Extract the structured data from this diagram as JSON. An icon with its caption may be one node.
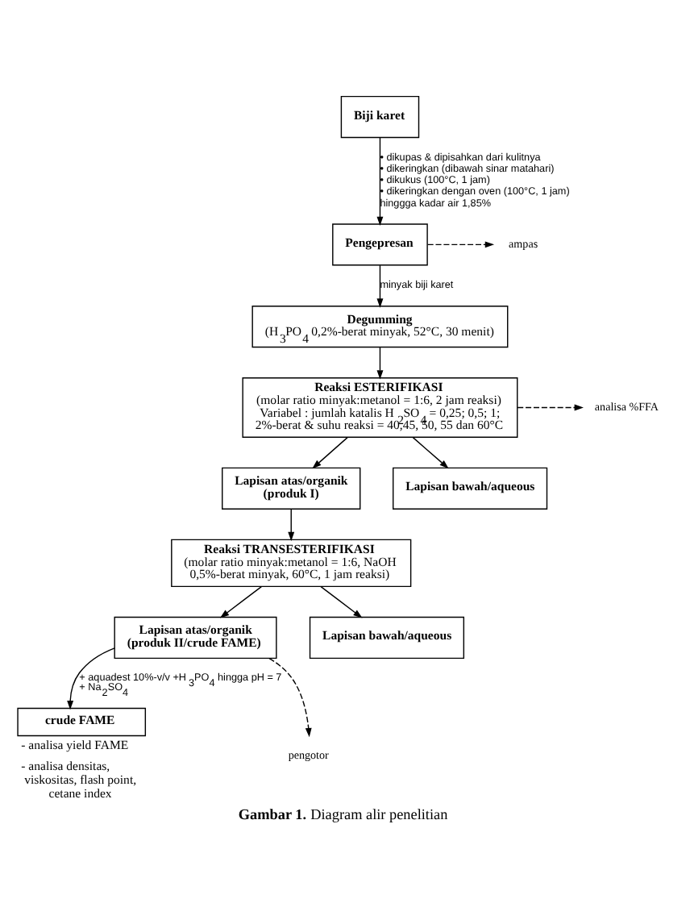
{
  "diagram": {
    "caption": "**Gambar 1.** Diagram alir penelitian",
    "nodes": [
      {
        "text": [
          "Biji karet"
        ]
      },
      {
        "text": [
          "Pengepresan"
        ]
      },
      {
        "text": [
          "ampas"
        ]
      },
      {
        "text": [
          "Degumming",
          "(H$_{3}$PO$_{4}$ 0,2%-berat minyak, 52°C, 30 menit)"
        ]
      },
      {
        "text": [
          "Reaksi ESTERIFIKASI",
          "(molar ratio minyak:metanol = 1:6, 2 jam reaksi) Variabel : jumlah katalis H$_{2}$SO$_{4}$ = 0,25; 0,5; 1; 2%-berat & suhu reaksi = 40,45, 50, 55 dan 60°C"
        ]
      },
      {
        "text": [
          "analisa %FFA"
        ]
      },
      {
        "text": [
          "Lapisan atas/organik (produk I)"
        ]
      },
      {
        "text": [
          "Lapisan bawah/aqueous"
        ]
      },
      {
        "text": [
          "Reaksi TRANSESTERIFIKASI",
          "(molar ratio minyak:metanol = 1:6, NaOH 0,5%-berat minyak, 60°C, 1 jam reaksi)"
        ]
      },
      {
        "text": [
          "Lapisan atas/organik (produk II/crude FAME)"
        ]
      },
      {
        "text": [
          "Lapisan bawah/aqueous"
        ]
      },
      {
        "text": [
          "crude FAME"
        ],
        "beside": [
          "- analisa yield FAME",
          "- analisa densitas, viskositas, flash point, cetane index"
        ]
      },
      {
        "text": [
          "pengotor"
        ]
      }
    ],
    "edges": [
      {
        "from": 0,
        "to": 1,
        "arrow": "to",
        "label": "• dikupas & dipisahkan dari kulitnya • dikeringkan (dibawah sinar matahari) • dikukus (100°C, 1 jam) • dikeringkan dengan oven (100°C, 1 jam) hinggga kadar air 1,85%"
      },
      {
        "from": 1,
        "to": 2,
        "arrow": "to",
        "style": "dashed"
      },
      {
        "from": 1,
        "to": 3,
        "arrow": "to",
        "label": "minyak biji karet"
      },
      {
        "from": 3,
        "to": 4,
        "arrow": "to"
      },
      {
        "from": 4,
        "to": 5,
        "arrow": "to",
        "style": "dashed"
      },
      {
        "from": 4,
        "to": 6,
        "arrow": "to"
      },
      {
        "from": 4,
        "to": 7,
        "arrow": "to"
      },
      {
        "from": 6,
        "to": 8,
        "arrow": "to"
      },
      {
        "from": 8,
        "to": 9,
        "arrow": "to"
      },
      {
        "from": 8,
        "to": 10,
        "arrow": "to"
      },
      {
        "from": 9,
        "to": 11,
        "arrow": "to",
        "label": "+ aquadest 10%-v/v +H$_{3}$PO$_{4}$ hingga pH = 7 + Na$_{2}$SO$_{4}$"
      },
      {
        "from": 9,
        "to": 12,
        "arrow": "to",
        "style": "dashed"
      }
    ]
  }
}
